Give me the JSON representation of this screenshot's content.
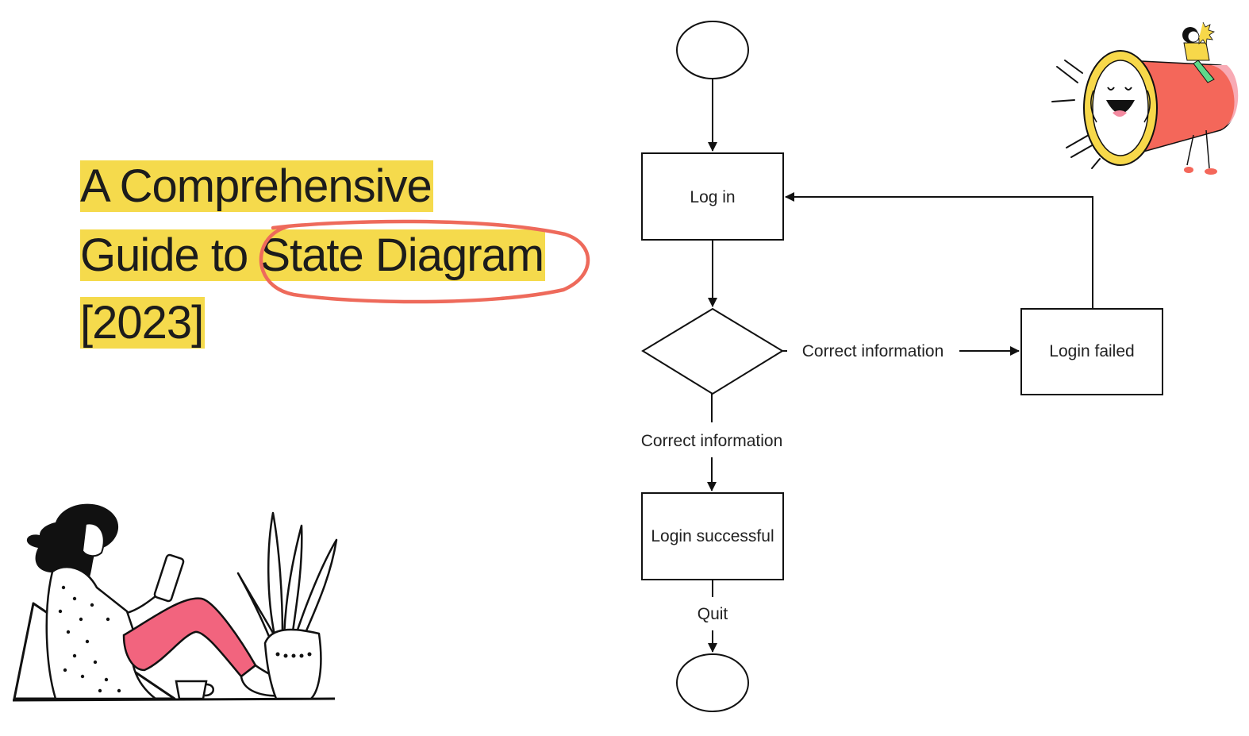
{
  "title": {
    "line1": "A Comprehensive",
    "line2_prefix": "Guide to ",
    "line2_highlight": "State Diagram",
    "line3": "[2023]"
  },
  "diagram": {
    "nodes": {
      "login": "Log in",
      "failed": "Login failed",
      "success": "Login successful"
    },
    "edges": {
      "decision_to_failed": "Correct information",
      "decision_to_success": "Correct information",
      "success_to_end": "Quit"
    }
  },
  "colors": {
    "highlight": "#f5da4c",
    "circle_mark": "#ee6a5b",
    "accent_pink": "#f2647e",
    "megaphone_red": "#f4675a",
    "line": "#111111"
  },
  "icons": {
    "reading_woman": "reading-woman-illustration",
    "plant": "potted-plant-illustration",
    "megaphone": "megaphone-illustration"
  }
}
